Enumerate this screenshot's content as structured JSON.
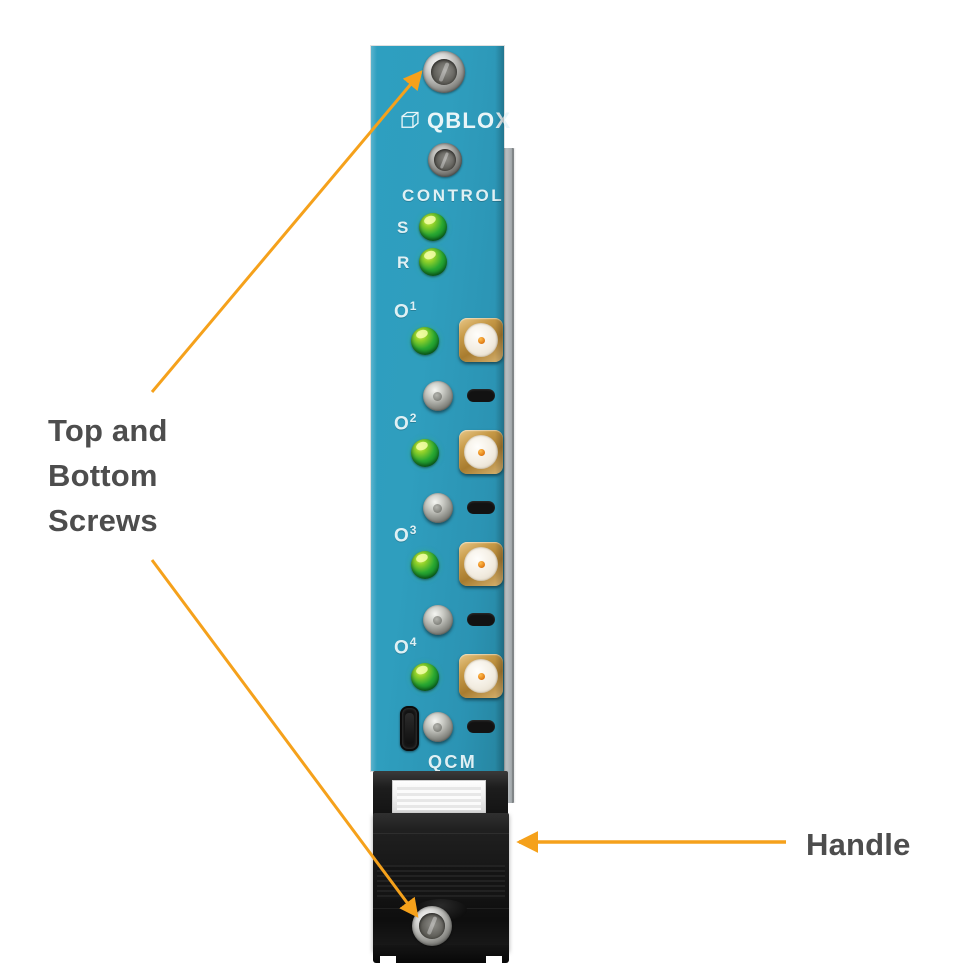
{
  "diagram": {
    "title": "Qblox QCM module front panel with callouts",
    "accent_color": "#F5A11B",
    "label_color": "#4D4D4D",
    "panel_color": "#2E9FC0"
  },
  "annotations": [
    {
      "id": "screws",
      "label": "Top and\nBottom\nScrews",
      "lines": [
        "Top and",
        "Bottom",
        "Screws"
      ]
    },
    {
      "id": "handle",
      "label": "Handle"
    }
  ],
  "module": {
    "brand": "QBLOX",
    "brand_icon": "cube-icon",
    "model": "QCM",
    "section_label": "CONTROL",
    "status_leds": [
      {
        "label": "S",
        "color": "#2AA832",
        "state": "on"
      },
      {
        "label": "R",
        "color": "#2AA832",
        "state": "on"
      }
    ],
    "channels": [
      {
        "label": "O",
        "superscript": "1",
        "led_color": "#2AA832"
      },
      {
        "label": "O",
        "superscript": "2",
        "led_color": "#2AA832"
      },
      {
        "label": "O",
        "superscript": "3",
        "led_color": "#2AA832"
      },
      {
        "label": "O",
        "superscript": "4",
        "led_color": "#2AA832"
      }
    ],
    "screws": [
      {
        "position": "top"
      },
      {
        "position": "panel"
      },
      {
        "position": "bottom"
      }
    ],
    "ports": {
      "usb_c": "usb-c-port",
      "sma_count": 4,
      "mmcx_count": 4,
      "slot_count": 4
    }
  }
}
